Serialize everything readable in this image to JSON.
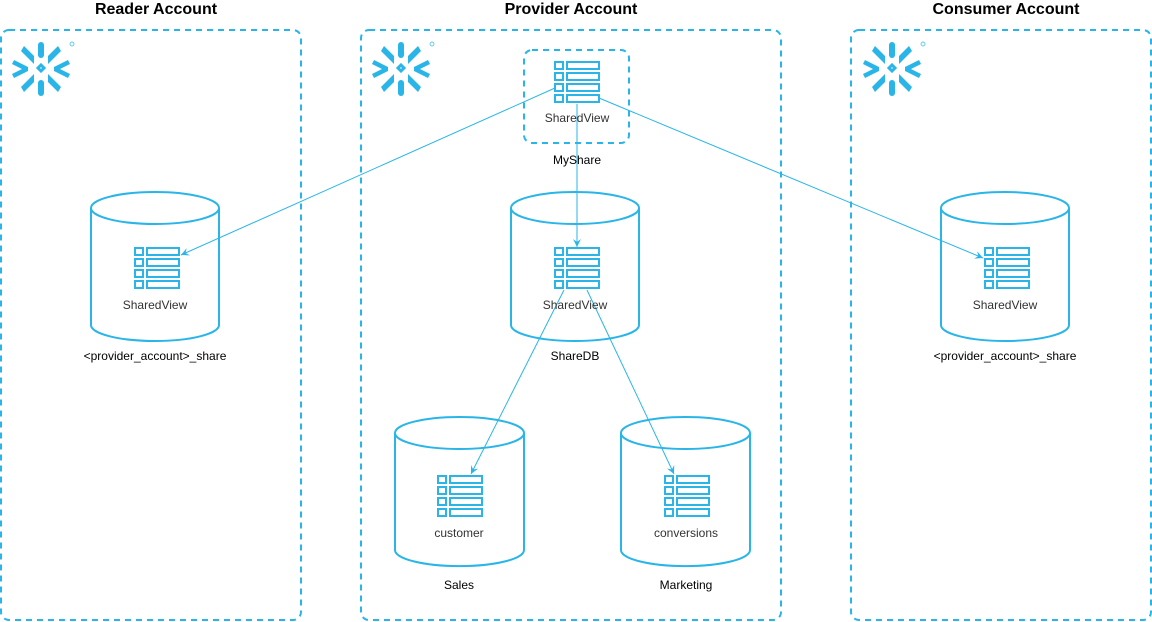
{
  "colors": {
    "accent": "#29B5E8",
    "text": "#000000",
    "inner_text": "#333333"
  },
  "accounts": {
    "reader": {
      "title": "Reader Account",
      "logo": "snowflake-icon",
      "database": {
        "name": "<provider_account>_share",
        "table": "SharedView",
        "icon": "table-icon"
      }
    },
    "provider": {
      "title": "Provider Account",
      "logo": "snowflake-icon",
      "share": {
        "name": "MyShare",
        "table": "SharedView",
        "icon": "table-icon"
      },
      "sharedb": {
        "name": "ShareDB",
        "table": "SharedView",
        "icon": "table-icon"
      },
      "sales": {
        "name": "Sales",
        "table": "customer",
        "icon": "table-icon"
      },
      "marketing": {
        "name": "Marketing",
        "table": "conversions",
        "icon": "table-icon"
      }
    },
    "consumer": {
      "title": "Consumer Account",
      "logo": "snowflake-icon",
      "database": {
        "name": "<provider_account>_share",
        "table": "SharedView",
        "icon": "table-icon"
      }
    }
  },
  "edges": [
    {
      "from": "MyShare.SharedView",
      "to": "Reader.SharedView"
    },
    {
      "from": "MyShare.SharedView",
      "to": "ShareDB.SharedView"
    },
    {
      "from": "MyShare.SharedView",
      "to": "Consumer.SharedView"
    },
    {
      "from": "ShareDB.SharedView",
      "to": "Sales.customer"
    },
    {
      "from": "ShareDB.SharedView",
      "to": "Marketing.conversions"
    }
  ]
}
